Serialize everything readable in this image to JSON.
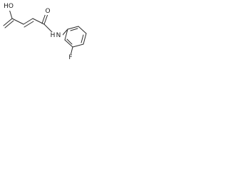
{
  "molecule": {
    "atoms": {
      "carboxylic_acid": "HO",
      "carbonyl_oxygen": "O",
      "amide_nitrogen": "N",
      "amide_hydrogen": "H",
      "fluorine": "F"
    }
  },
  "colors": {
    "bond": "#2b2b2b",
    "label": "#1a1a1a",
    "background": "#ffffff"
  }
}
